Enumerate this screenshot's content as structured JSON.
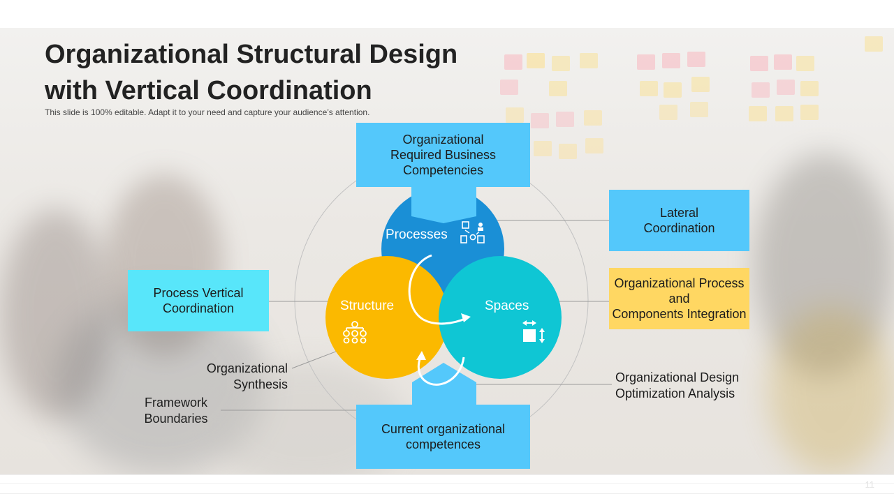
{
  "slide": {
    "title_line1": "Organizational Structural Design",
    "title_line2": "with Vertical Coordination",
    "subtitle": "This slide is 100% editable. Adapt it to your need and capture your audience’s attention.",
    "page_number": "11"
  },
  "diagram": {
    "circles": {
      "processes": {
        "label": "Processes",
        "color": "#1a8fd6",
        "icon": "workflow-icon"
      },
      "structure": {
        "label": "Structure",
        "color": "#fbb900",
        "icon": "org-chart-icon"
      },
      "spaces": {
        "label": "Spaces",
        "color": "#0fc6d4",
        "icon": "resize-icon"
      }
    },
    "boxes": {
      "top": "Organizational\nRequired Business\nCompetencies",
      "bottom": "Current organizational\ncompetences",
      "lateral": "Lateral\nCoordination",
      "integration": "Organizational Process\nand\nComponents Integration",
      "process_vertical": "Process Vertical\nCoordination"
    },
    "labels": {
      "synthesis": "Organizational\nSynthesis",
      "framework": "Framework\nBoundaries",
      "optimization": "Organizational Design\nOptimization Analysis"
    },
    "colors": {
      "box_blue": "#54c8fb",
      "box_cyan": "#58e6fa",
      "box_yellow": "#ffd762",
      "connector": "#9a9a9a"
    }
  }
}
